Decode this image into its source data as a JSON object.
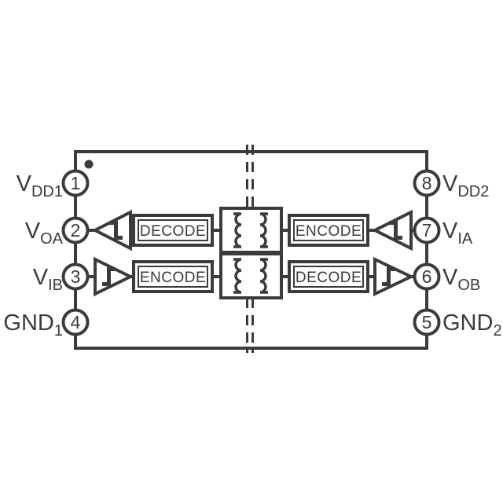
{
  "diagram": {
    "type": "ic-functional-block-diagram",
    "description": "Dual-channel digital isolator functional block diagram, 8-pin package",
    "background_color": "#ffffff",
    "line_color": "#3b3b3b",
    "pins_left": [
      {
        "number": "1",
        "label": "V",
        "subscript": "DD1"
      },
      {
        "number": "2",
        "label": "V",
        "subscript": "OA"
      },
      {
        "number": "3",
        "label": "V",
        "subscript": "IB"
      },
      {
        "number": "4",
        "label": "GND",
        "subscript": "1"
      }
    ],
    "pins_right": [
      {
        "number": "8",
        "label": "V",
        "subscript": "DD2"
      },
      {
        "number": "7",
        "label": "V",
        "subscript": "IA"
      },
      {
        "number": "6",
        "label": "V",
        "subscript": "OB"
      },
      {
        "number": "5",
        "label": "GND",
        "subscript": "2"
      }
    ],
    "blocks": {
      "top_left": "DECODE",
      "top_right": "ENCODE",
      "bottom_left": "ENCODE",
      "bottom_right": "DECODE"
    },
    "icons": {
      "pin1_marker": "dot-icon",
      "top_channel_buffer_glyph": "falling-edge-pulse-icon",
      "bottom_channel_buffer_glyph": "rising-edge-pulse-icon",
      "isolation_barrier": "double-dashed-line-icon",
      "coupling_element": "transformer-coils-icon"
    }
  }
}
